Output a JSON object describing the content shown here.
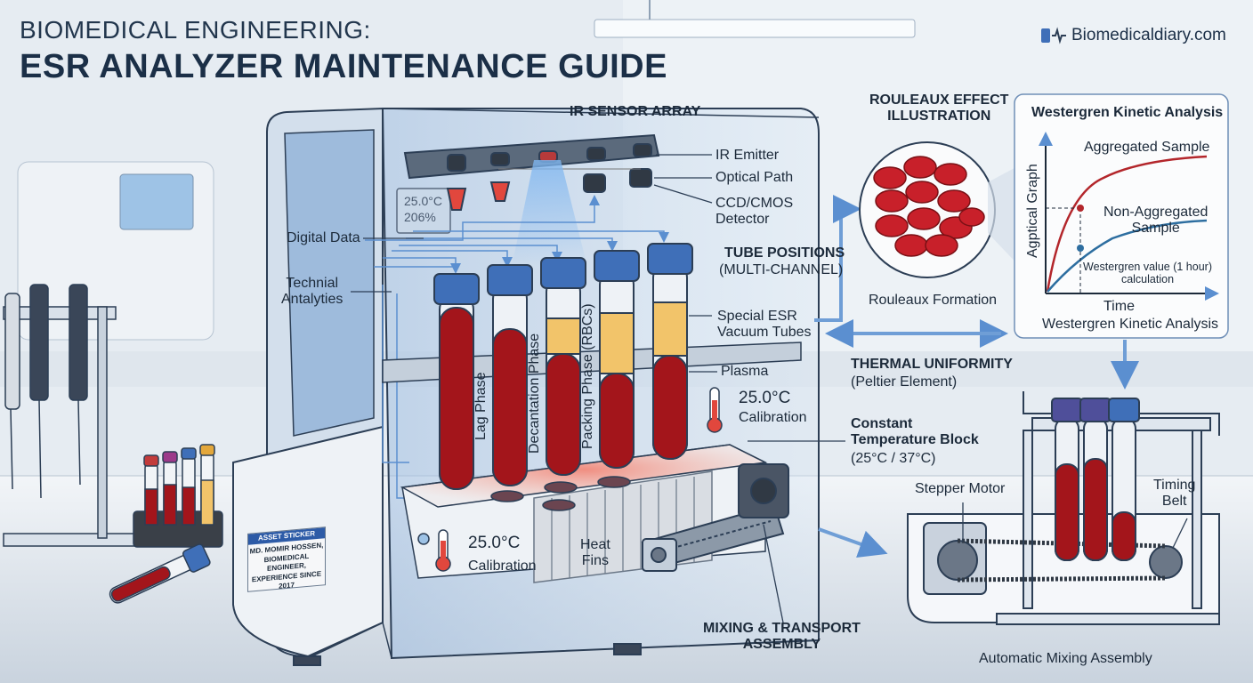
{
  "header": {
    "title_line1": "BIOMEDICAL ENGINEERING:",
    "title_line2": "ESR ANALYZER MAINTENANCE GUIDE",
    "brand": "Biomedicaldiary.com"
  },
  "analyzer": {
    "screen_lines": [
      "25.0°C",
      "206%"
    ],
    "sensor_array_title": "IR SENSOR ARRAY",
    "ir_emitter": "IR Emitter",
    "optical_path": "Optical Path",
    "detector": "CCD/CMOS\nDetector",
    "digital_data": "Digital Data",
    "technial": "Technial\nAntalyties",
    "tube_positions_title": "TUBE POSITIONS",
    "tube_positions_sub": "(MULTI-CHANNEL)",
    "special_tubes": "Special ESR\nVacuum Tubes",
    "plasma": "Plasma",
    "phase_lag": "Lag Phase",
    "phase_decantation": "Decantation Phase",
    "phase_packing": "Packing Phase (RBCs)",
    "thermal_title": "THERMAL UNIFORMITY",
    "thermal_sub": "(Peltier Element)",
    "thermo_right_temp": "25.0°C",
    "thermo_right_cal": "Calibration",
    "block_title": "Constant\nTemperature Block",
    "block_sub": "(25°C / 37°C)",
    "thermo_front_temp": "25.0°C",
    "thermo_front_cal": "Calibration",
    "heat_fins": "Heat\nFins",
    "mixing_title": "MIXING & TRANSPORT\nASSEMBLY",
    "sticker_head": "ASSET STICKER",
    "sticker_body": "MD. MOMIR HOSSEN,\nBIOMEDICAL ENGINEER,\nEXPERIENCE SINCE 2017"
  },
  "rouleaux": {
    "title": "ROULEAUX EFFECT\nILLUSTRATION",
    "caption": "Rouleaux Formation"
  },
  "kinetic": {
    "panel_title": "Westergren Kinetic Analysis",
    "y_axis_label": "Agptical Graph",
    "aggregated": "Aggregated Sample",
    "non_aggregated": "Non-Aggregated\nSample",
    "westergren_note": "Westergren value (1 hour)\ncalculation",
    "x_axis_label": "Time",
    "caption": "Westergren Kinetic Analysis"
  },
  "mixing": {
    "stepper": "Stepper Motor",
    "timing": "Timing\nBelt",
    "caption": "Automatic Mixing Assembly"
  },
  "colors": {
    "blood": "#a3151b",
    "plasma": "#f2c46a",
    "cap": "#3f6fb8",
    "accent": "#5b8fd0",
    "line": "#2c3e55"
  }
}
